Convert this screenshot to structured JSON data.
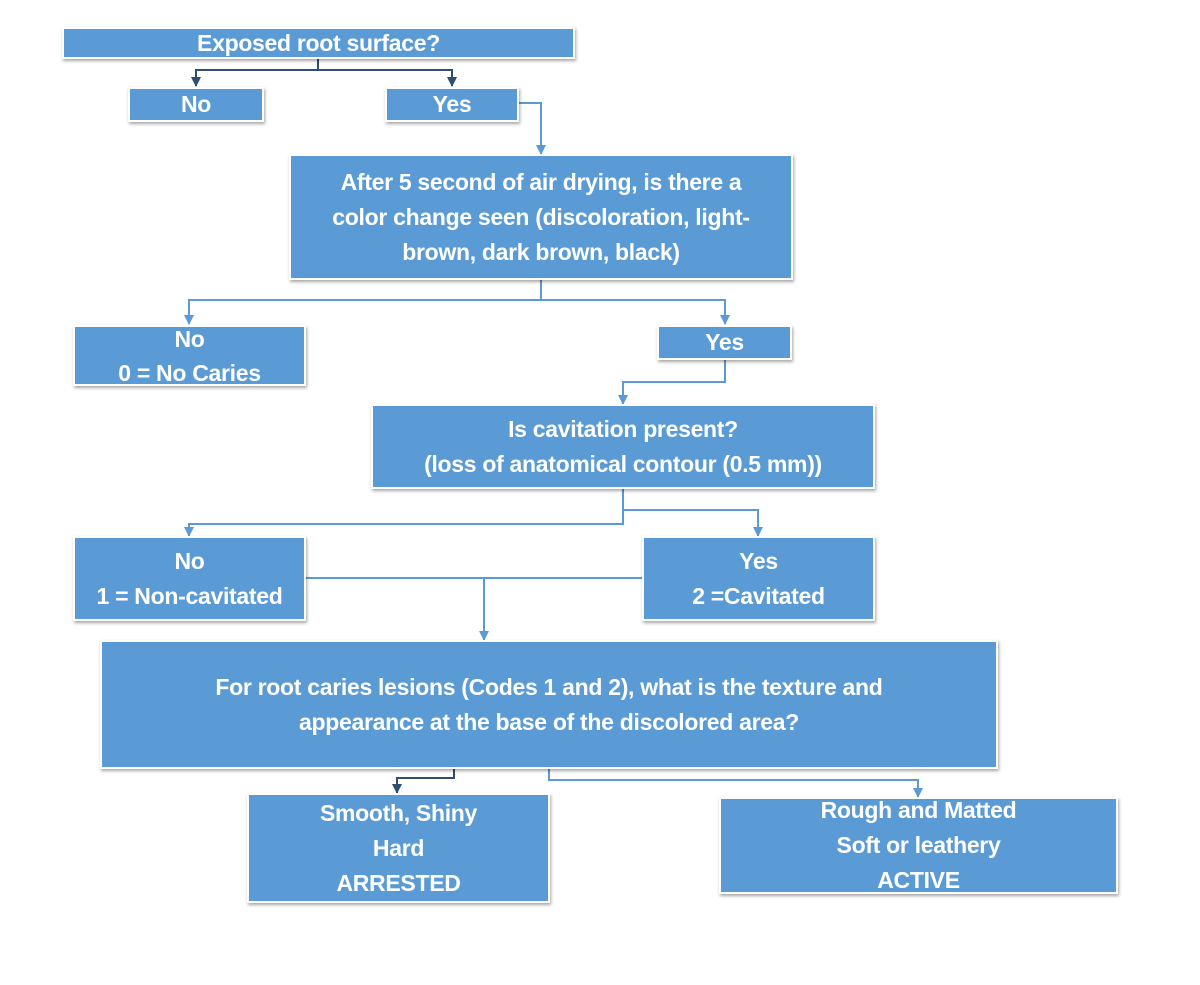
{
  "colors": {
    "box_fill": "#5b9bd5",
    "text": "#ffffff",
    "connector_light": "#5b9bd5",
    "connector_dark": "#2e4f73"
  },
  "nodes": {
    "q_root": {
      "lines": [
        "Exposed root surface?"
      ]
    },
    "a_root_no": {
      "lines": [
        "No"
      ]
    },
    "a_root_yes": {
      "lines": [
        "Yes"
      ]
    },
    "q_color": {
      "lines": [
        "After 5 second of air drying, is there a",
        "color change seen (discoloration, light-",
        "brown, dark brown, black)"
      ]
    },
    "a_color_no": {
      "lines": [
        "No",
        "0 = No Caries"
      ]
    },
    "a_color_yes": {
      "lines": [
        "Yes"
      ]
    },
    "q_cavitation": {
      "lines": [
        "Is cavitation present?",
        "(loss of anatomical contour (0.5 mm))"
      ]
    },
    "a_cav_no": {
      "lines": [
        "No",
        "1 = Non-cavitated"
      ]
    },
    "a_cav_yes": {
      "lines": [
        "Yes",
        "2 =Cavitated"
      ]
    },
    "q_texture": {
      "lines": [
        "For root caries lesions (Codes 1 and 2), what is the texture and",
        "appearance at the base of the discolored area?"
      ]
    },
    "a_arrested": {
      "lines": [
        "Smooth, Shiny",
        "Hard",
        "ARRESTED"
      ]
    },
    "a_active": {
      "lines": [
        "Rough and Matted",
        "Soft or leathery",
        "ACTIVE"
      ]
    }
  }
}
